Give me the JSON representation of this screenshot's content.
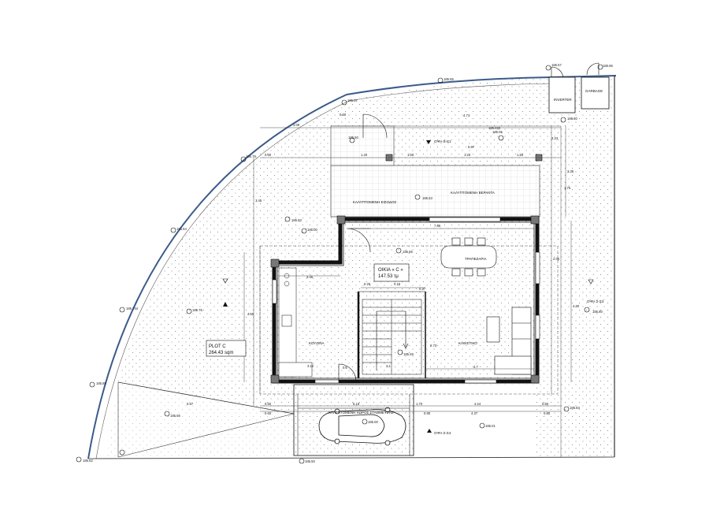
{
  "rooms": {
    "house_name": "ΟΙΚΙΑ « C »",
    "house_area": "147.53 τμ",
    "plot_name": "PLOT C",
    "plot_area": "264.43 sqm",
    "kitchen": "ΚΟΥΖΙΝΑ",
    "living": "ΚΑΘΙΣΤΙΚΟ",
    "dining": "ΤΡΑΠΕΖΑΡΙΑ",
    "veranda": "ΚΑΛΥΠΤΟΜΕΝΗ ΒΕΡΑΝΤΑ",
    "entrance": "ΚΑΛΥΠΤΟΜΕΝΗ ΕΙΣΟΔΟΣ",
    "parking": "ΚΑΛΥΠΤΟΜΕΝΗ ΧΩΡΟΣ ΣΤΑΘΜΕΥΣΗΣ",
    "garbage": "GARBAGE",
    "inverter": "INVERTER",
    "view_c1": "ΟΨΗ Ε-Ε1",
    "view_c2": "ΟΨΗ Σ-Σ4",
    "view_c3": "ΟΨΗ Σ-Σ3"
  },
  "levels": [
    "185.07",
    "185.50",
    "185.05",
    "185.53",
    "185.55",
    "185.49",
    "185.93",
    "185.00",
    "185.54",
    "185.78",
    "185.76",
    "185.744",
    "185.85",
    "185.56",
    "185.62",
    "185.50",
    "185.00",
    "185.01",
    "185.83",
    "185.96",
    "185.57",
    "185.55",
    "185.033",
    "185.80",
    "185.80"
  ],
  "dims": {
    "top1": "3.05",
    "top2": "0.60",
    "top3": "4.71",
    "top4": "3.23",
    "row2a": "0.60",
    "row2b": "1.20",
    "row2c": "1.50",
    "row2d": "1.20",
    "row2e": "1.50",
    "row2f": "1.75",
    "r3": "5.87",
    "inner1": "7.85",
    "inner2": "3.45",
    "inner3": "0.25",
    "inner4": "0.15",
    "inner5": "0.27",
    "inner6": "3.12",
    "inner7": "4.7",
    "inner8": "0.6",
    "inner9": "2.73",
    "inner10": "2.1",
    "bot1": "5.87",
    "bot2": "0.60",
    "bot3": "0.60",
    "bot4": "5.19",
    "bot5": "4.24",
    "bot6": "0.60",
    "bot7": "4.37",
    "bot8": "0.60",
    "bot9": "0.90",
    "bot10": "1.70",
    "left1": "4.55",
    "left2": "1.45",
    "right1": "2.35",
    "right2": "2.05",
    "right3": "4.30"
  }
}
